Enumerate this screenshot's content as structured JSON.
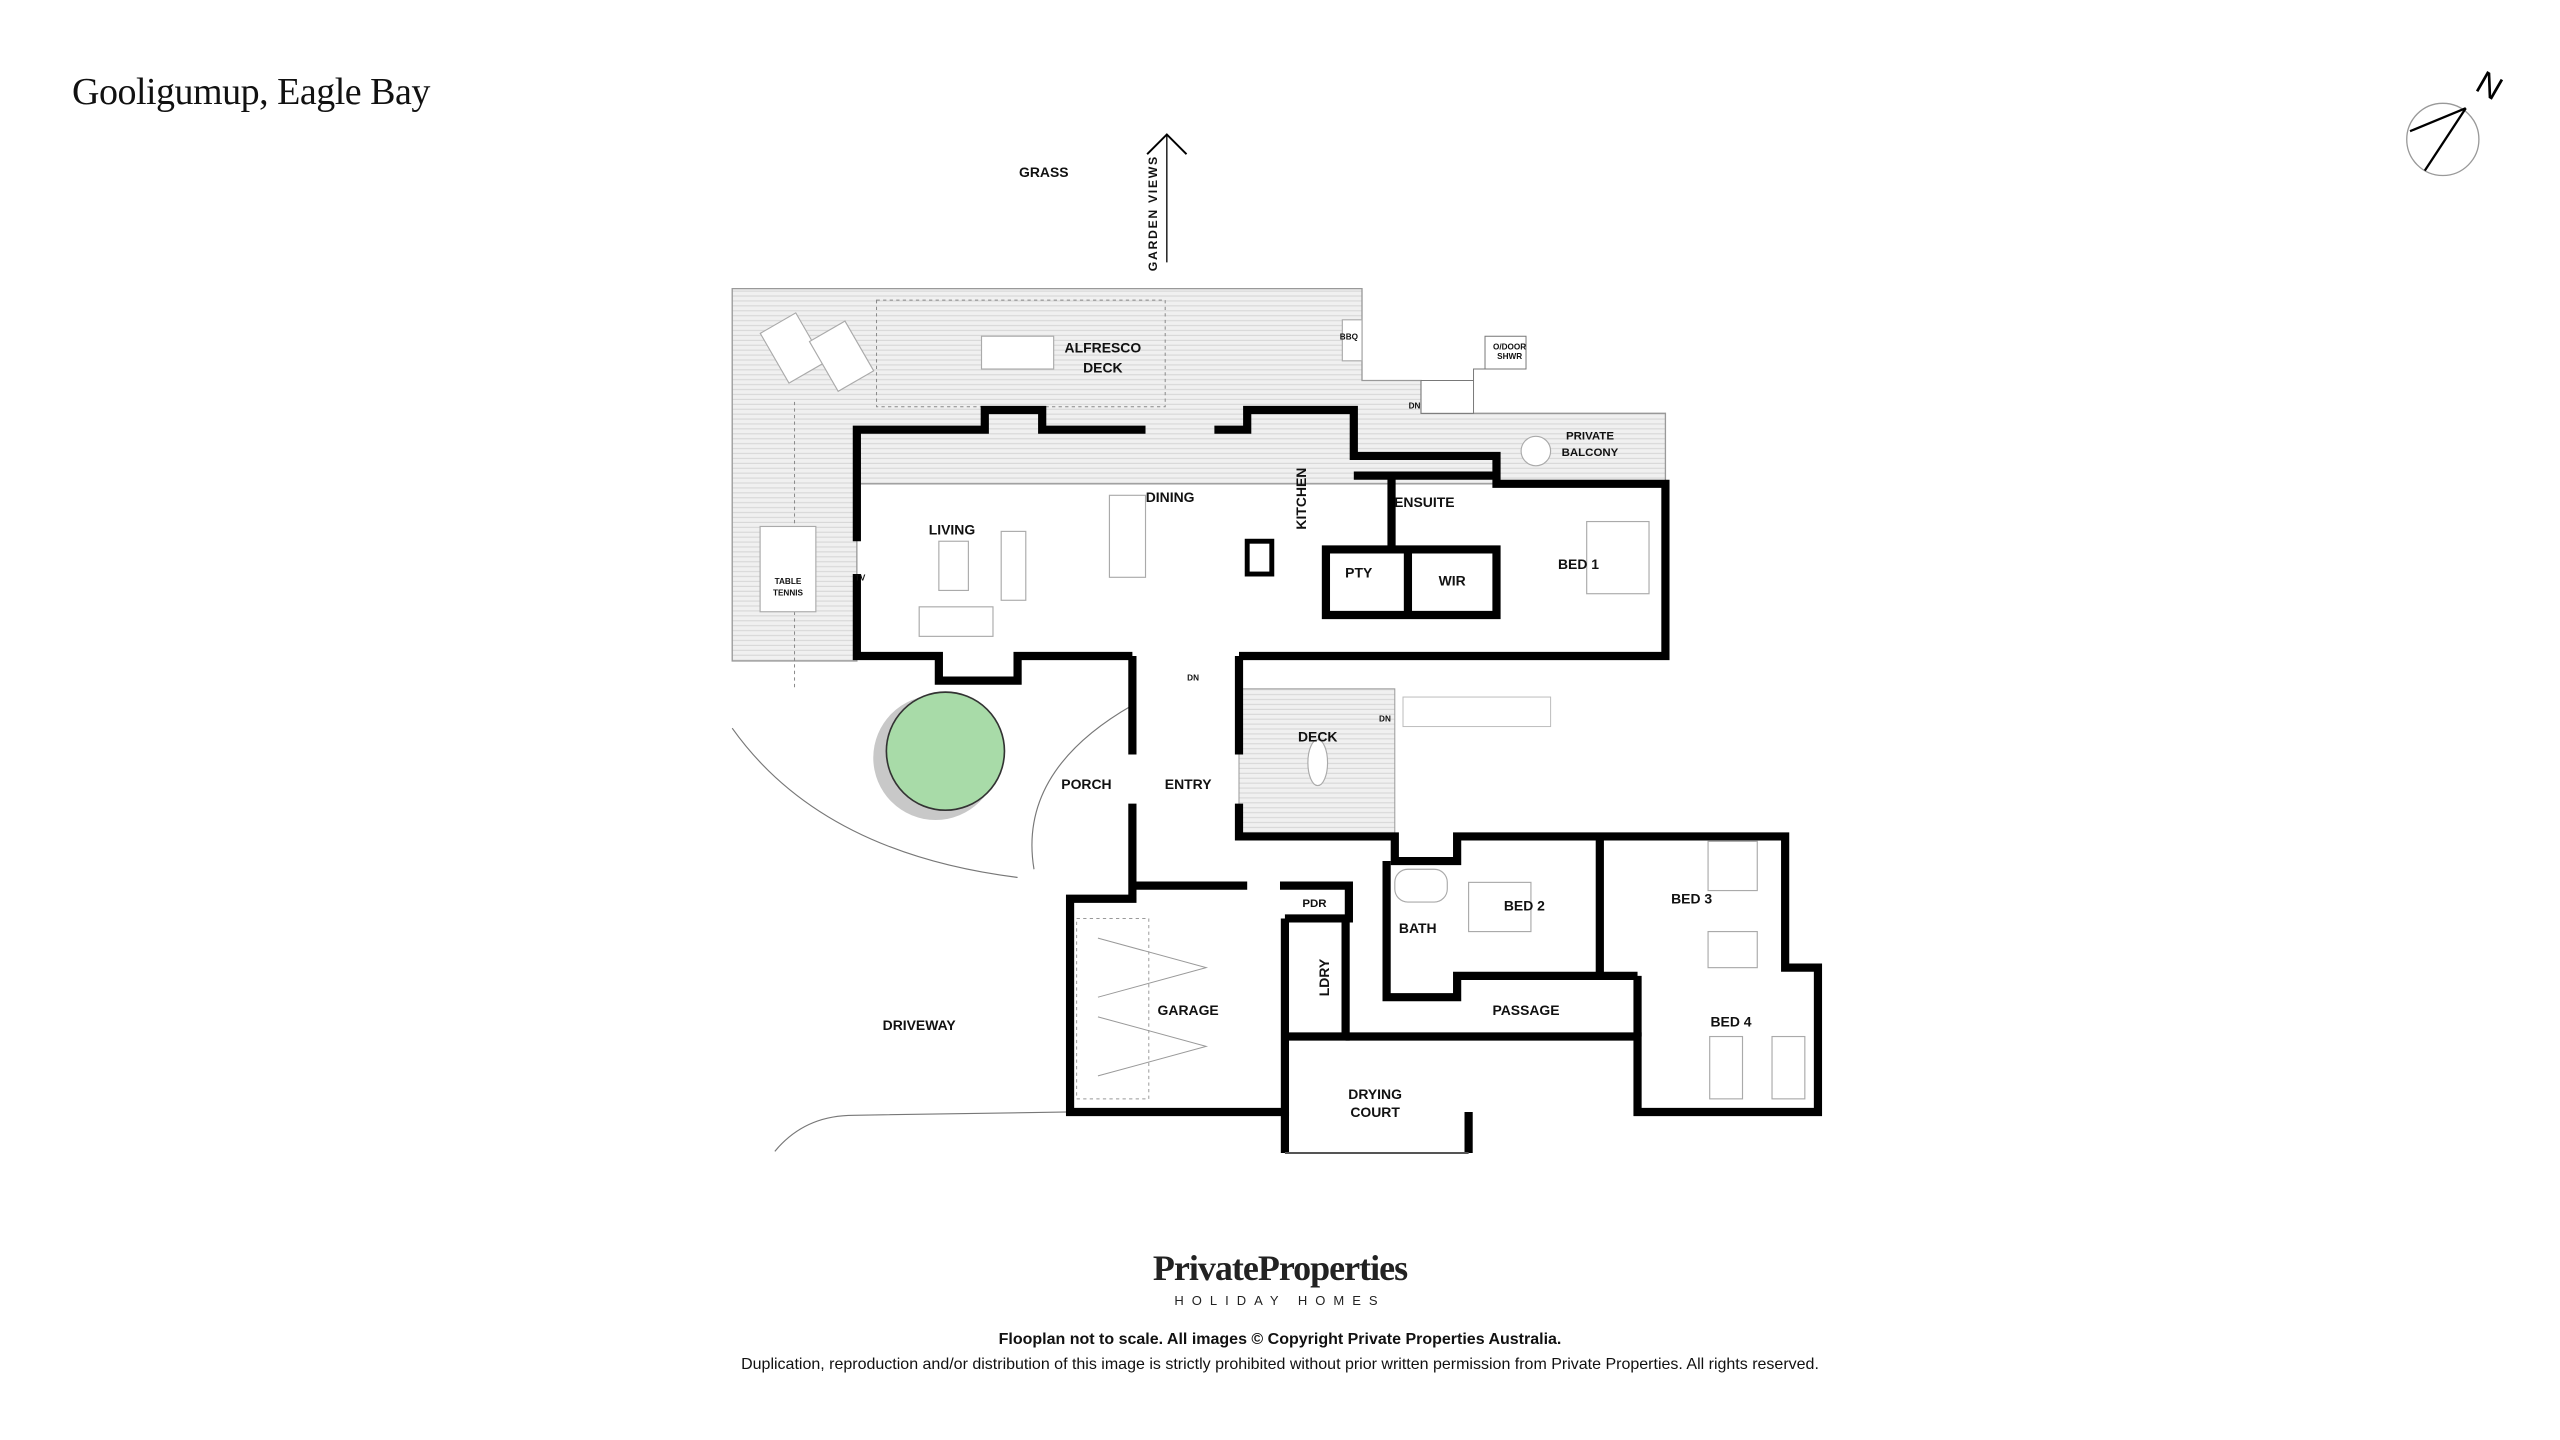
{
  "header": {
    "title": "Gooligumup, Eagle Bay"
  },
  "compass": {
    "label": "N",
    "icon": "north-arrow-icon"
  },
  "plan": {
    "grass": "GRASS",
    "garden_views": "GARDEN VIEWS",
    "alfresco_1": "ALFRESCO",
    "alfresco_2": "DECK",
    "bbq": "BBQ",
    "shower_1": "O/DOOR",
    "shower_2": "SHWR",
    "dn": "DN",
    "balcony_1": "PRIVATE",
    "balcony_2": "BALCONY",
    "ensuite": "ENSUITE",
    "kitchen": "KITCHEN",
    "living": "LIVING",
    "dining": "DINING",
    "tv": "TV",
    "tt_1": "TABLE",
    "tt_2": "TENNIS",
    "pty": "PTY",
    "wir": "WIR",
    "bed1": "BED 1",
    "deck": "DECK",
    "porch": "PORCH",
    "entry": "ENTRY",
    "pdr": "PDR",
    "bath": "BATH",
    "bed2": "BED 2",
    "bed3": "BED 3",
    "bed4": "BED 4",
    "ldry": "LDRY",
    "garage": "GARAGE",
    "passage": "PASSAGE",
    "driveway": "DRIVEWAY",
    "drying_1": "DRYING",
    "drying_2": "COURT"
  },
  "colors": {
    "wall": "#000000",
    "deck": "#eeeeee",
    "tree": "#a8dba8"
  },
  "footer": {
    "brand": "PrivateProperties",
    "tagline": "HOLIDAY HOMES",
    "note": "Flooplan not to scale. All images © Copyright Private Properties Australia.",
    "disclaimer": "Duplication, reproduction and/or distribution of this image is strictly prohibited without prior written permission from Private Properties. All rights reserved."
  }
}
